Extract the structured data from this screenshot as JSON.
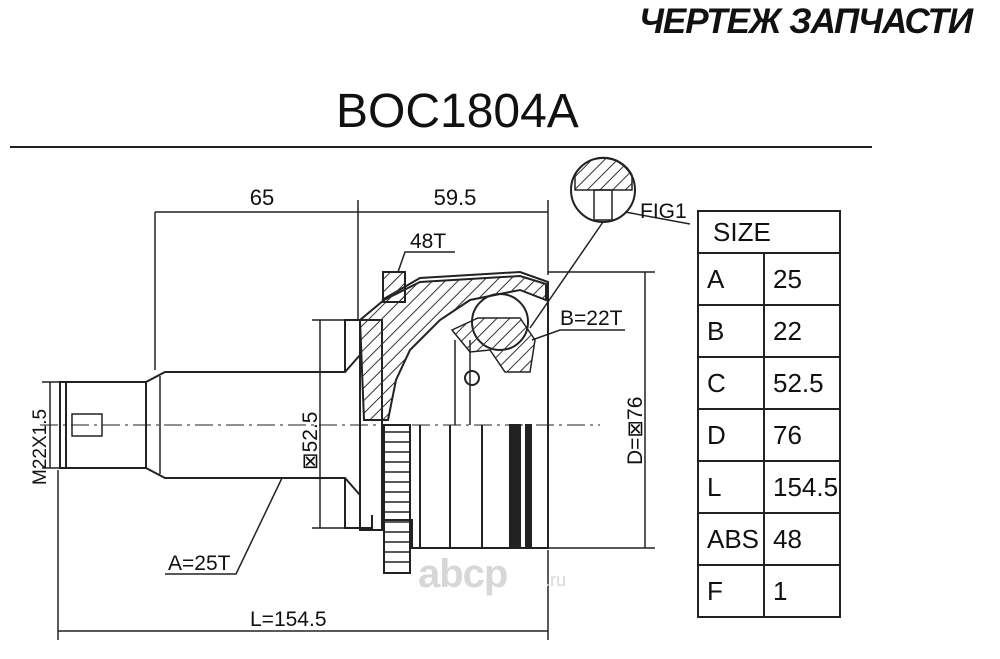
{
  "header": {
    "banner": "ЧЕРТЕЖ ЗАПЧАСТИ",
    "part_number": "BOC1804A"
  },
  "drawing": {
    "dim_shaft_length": "65",
    "dim_housing_length": "59.5",
    "dim_teeth_abs": "48T",
    "dim_fig": "FIG1",
    "dim_b": "B=22T",
    "dim_c": "⊠52.5",
    "dim_d": "D=⊠76",
    "dim_thread": "M22X1.5",
    "dim_a": "A=25T",
    "dim_l": "L=154.5"
  },
  "size_table": {
    "header": "SIZE",
    "rows": [
      {
        "key": "A",
        "value": "25"
      },
      {
        "key": "B",
        "value": "22"
      },
      {
        "key": "C",
        "value": "52.5"
      },
      {
        "key": "D",
        "value": "76"
      },
      {
        "key": "L",
        "value": "154.5"
      },
      {
        "key": "ABS",
        "value": "48"
      },
      {
        "key": "F",
        "value": "1"
      }
    ]
  },
  "watermark": {
    "text": "abcp",
    "tld": ".ru"
  },
  "colors": {
    "line": "#222222",
    "hatch": "#333333",
    "watermark": "#d7d7d7"
  }
}
